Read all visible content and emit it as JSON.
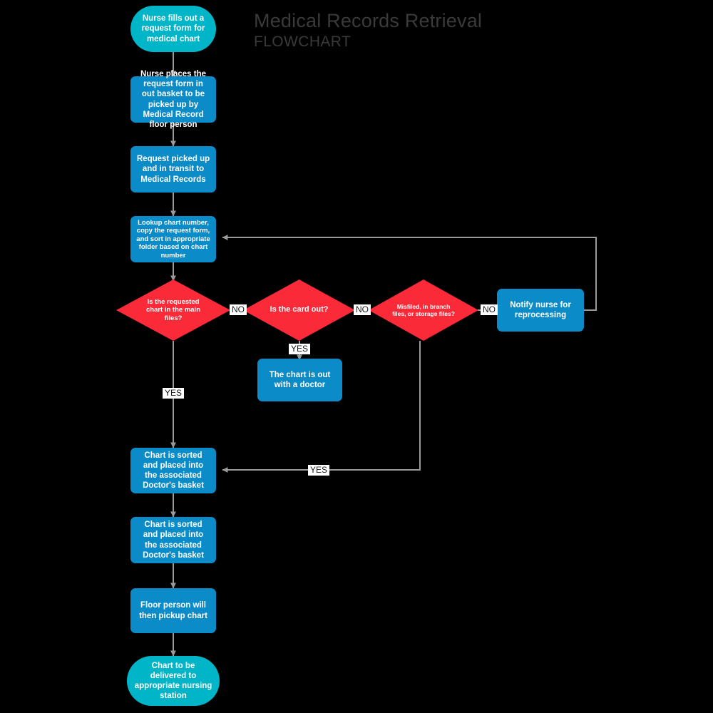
{
  "header": {
    "title": "Medical Records Retrieval",
    "subtitle": "FLOWCHART"
  },
  "theme": {
    "background": "#000000",
    "process_fill": "#0b8bc8",
    "terminator_fill": "#00b5c8",
    "decision_fill": "#fa2a38",
    "connector": "#9a9a9a",
    "label_bg": "#ffffff",
    "label_text": "#1a1a1a",
    "title_text": "#3a3a3a",
    "node_text": "#ffffff"
  },
  "chart_data": {
    "type": "flowchart",
    "title": "Medical Records Retrieval",
    "subtitle": "FLOWCHART",
    "nodes": [
      {
        "id": "n1",
        "shape": "terminator",
        "text": "Nurse fills out a request form for medical chart"
      },
      {
        "id": "n2",
        "shape": "process",
        "text": "Nurse places the request form in out basket to be picked up by Medical Record floor person"
      },
      {
        "id": "n3",
        "shape": "process",
        "text": "Request picked up and in transit to Medical Records"
      },
      {
        "id": "n4",
        "shape": "process",
        "text": "Lookup chart number, copy the request form, and sort in appropriate folder based on chart number"
      },
      {
        "id": "d1",
        "shape": "decision",
        "text": "Is the requested chart in the main files?"
      },
      {
        "id": "d2",
        "shape": "decision",
        "text": "Is the card out?"
      },
      {
        "id": "d3",
        "shape": "decision",
        "text": "Misfiled, in branch files, or storage files?"
      },
      {
        "id": "n5",
        "shape": "process",
        "text": "Notify nurse for reprocessing"
      },
      {
        "id": "n6",
        "shape": "process",
        "text": "The chart is out with a doctor"
      },
      {
        "id": "n7",
        "shape": "process",
        "text": "Chart is sorted and placed into the associated Doctor's basket"
      },
      {
        "id": "n8",
        "shape": "process",
        "text": "Chart is sorted and placed into the associated Doctor's basket"
      },
      {
        "id": "n9",
        "shape": "process",
        "text": "Floor person will then pickup chart"
      },
      {
        "id": "n10",
        "shape": "terminator",
        "text": "Chart to be delivered to appropriate nursing station"
      }
    ],
    "edges": [
      {
        "from": "n1",
        "to": "n2",
        "label": ""
      },
      {
        "from": "n2",
        "to": "n3",
        "label": ""
      },
      {
        "from": "n3",
        "to": "n4",
        "label": ""
      },
      {
        "from": "n4",
        "to": "d1",
        "label": ""
      },
      {
        "from": "d1",
        "to": "d2",
        "label": "NO"
      },
      {
        "from": "d2",
        "to": "d3",
        "label": "NO"
      },
      {
        "from": "d3",
        "to": "n5",
        "label": "NO"
      },
      {
        "from": "d2",
        "to": "n6",
        "label": "YES"
      },
      {
        "from": "d3",
        "to": "n7",
        "label": "YES"
      },
      {
        "from": "d1",
        "to": "n7",
        "label": "YES"
      },
      {
        "from": "n5",
        "to": "n4",
        "label": ""
      },
      {
        "from": "n7",
        "to": "n8",
        "label": ""
      },
      {
        "from": "n8",
        "to": "n9",
        "label": ""
      },
      {
        "from": "n9",
        "to": "n10",
        "label": ""
      }
    ],
    "edge_labels": [
      {
        "id": "l1",
        "text": "NO"
      },
      {
        "id": "l2",
        "text": "NO"
      },
      {
        "id": "l3",
        "text": "NO"
      },
      {
        "id": "l4",
        "text": "YES"
      },
      {
        "id": "l5",
        "text": "YES"
      },
      {
        "id": "l6",
        "text": "YES"
      }
    ]
  }
}
